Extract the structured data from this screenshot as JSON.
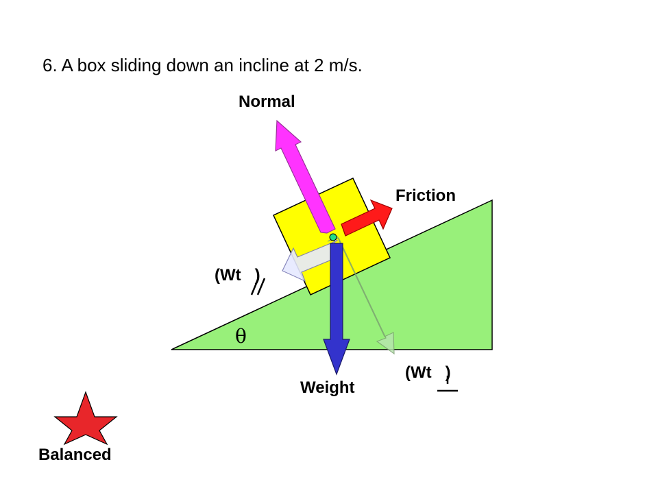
{
  "problem": {
    "title": "6.  A box sliding down an incline at 2 m/s."
  },
  "forces": {
    "normal": "Normal",
    "friction": "Friction",
    "weight": "Weight",
    "wt_parallel": "(Wt   )",
    "wt_perpendicular": "(Wt   )"
  },
  "angle_symbol": "θ",
  "status": {
    "label": "Balanced",
    "icon": "star-icon"
  },
  "colors": {
    "incline": "#98f07a",
    "box": "#ffff00",
    "normal": "#ff33ff",
    "friction": "#ff0000",
    "weight": "#3333cc",
    "component": "#b8e6b0",
    "star": "#e8262a",
    "dot": "#22dd88"
  }
}
